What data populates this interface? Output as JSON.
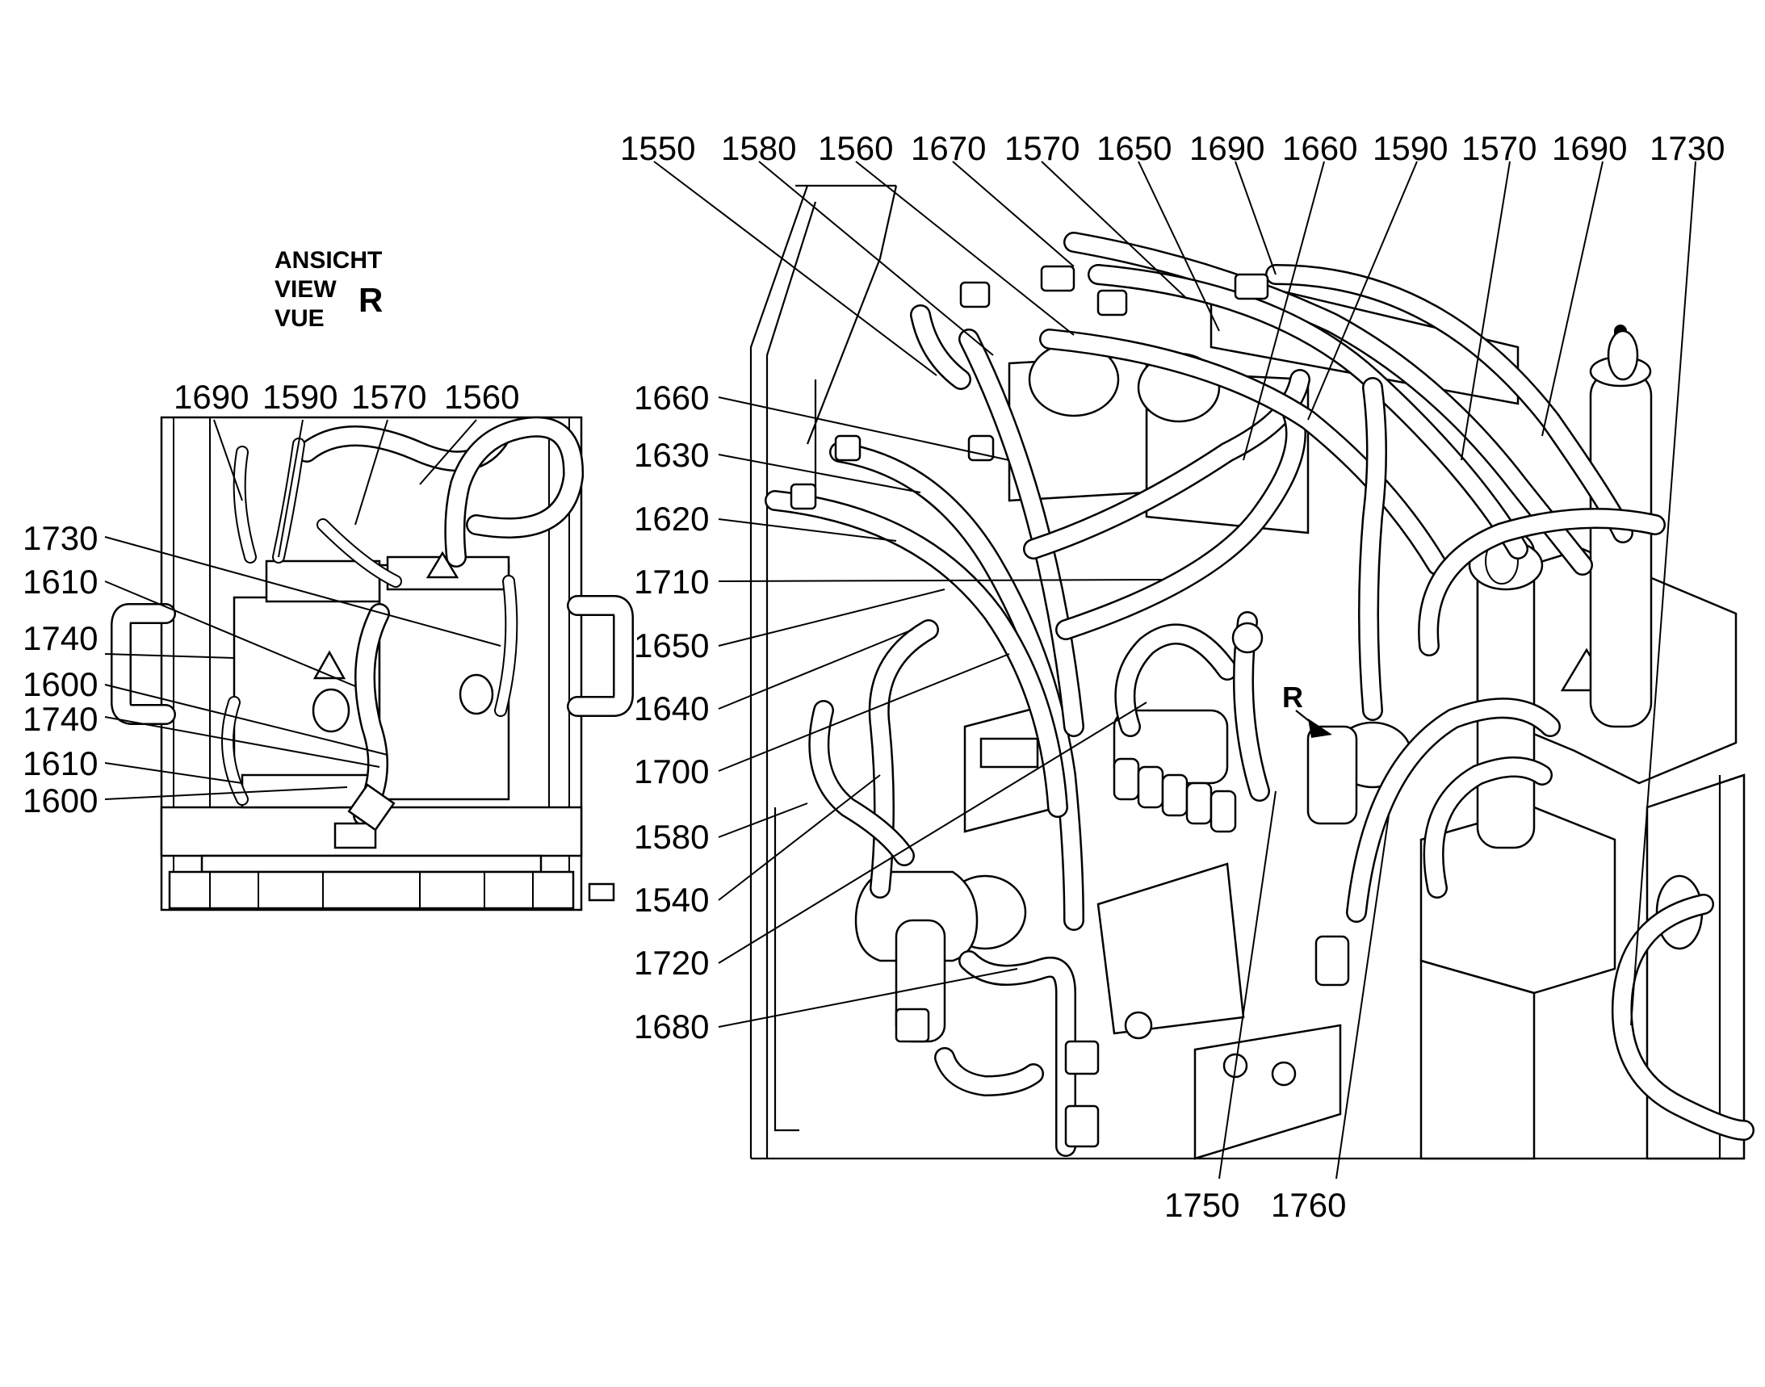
{
  "view_caption": {
    "lines": [
      "ANSICHT",
      "VIEW",
      "VUE"
    ],
    "letter": "R"
  },
  "view_marker": "R",
  "left_view": {
    "top_labels": [
      "1690",
      "1590",
      "1570",
      "1560"
    ],
    "left_labels": [
      "1730",
      "1610",
      "1740",
      "1600",
      "1740",
      "1610",
      "1600"
    ]
  },
  "right_view": {
    "top_labels": [
      "1550",
      "1580",
      "1560",
      "1670",
      "1570",
      "1650",
      "1690",
      "1660",
      "1590",
      "1570",
      "1690",
      "1730"
    ],
    "left_labels": [
      "1660",
      "1630",
      "1620",
      "1710",
      "1650",
      "1640",
      "1700",
      "1580",
      "1540",
      "1720",
      "1680"
    ],
    "bottom_labels": [
      "1750",
      "1760"
    ]
  }
}
